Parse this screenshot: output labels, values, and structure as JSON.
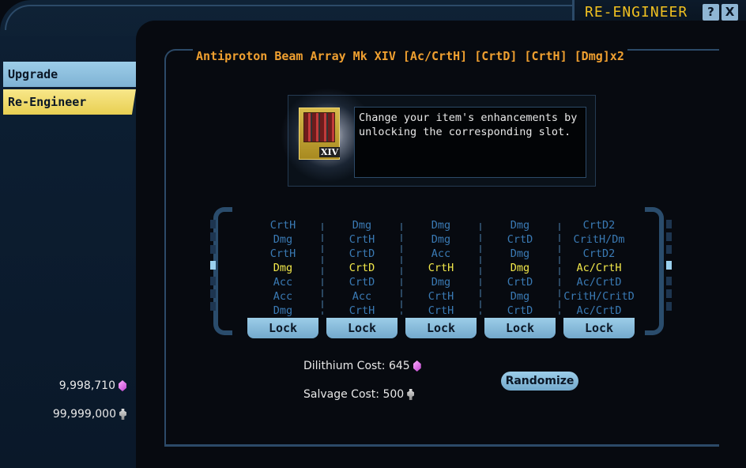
{
  "window": {
    "title": "RE-ENGINEER",
    "help_label": "?",
    "close_label": "X"
  },
  "sidebar": {
    "tabs": [
      {
        "label": "Upgrade",
        "active": false
      },
      {
        "label": "Re-Engineer",
        "active": true
      }
    ],
    "dilithium_total": "9,998,710",
    "salvage_total": "99,999,000"
  },
  "item": {
    "name": "Antiproton Beam Array Mk XIV [Ac/CrtH] [CrtD] [CrtH] [Dmg]x2",
    "mark_badge": "XIV",
    "description": "Change your item's enhancements by unlocking the corresponding slot."
  },
  "slots": [
    {
      "options": [
        "CrtH",
        "Dmg",
        "CrtH",
        "Dmg",
        "Acc",
        "Acc",
        "Dmg"
      ],
      "current_index": 3,
      "lock_label": "Lock"
    },
    {
      "options": [
        "Dmg",
        "CrtH",
        "CrtD",
        "CrtD",
        "CrtD",
        "Acc",
        "CrtH"
      ],
      "current_index": 3,
      "lock_label": "Lock"
    },
    {
      "options": [
        "Dmg",
        "Dmg",
        "Acc",
        "CrtH",
        "Dmg",
        "CrtH",
        "CrtH"
      ],
      "current_index": 3,
      "lock_label": "Lock"
    },
    {
      "options": [
        "Dmg",
        "CrtD",
        "Dmg",
        "Dmg",
        "CrtD",
        "Dmg",
        "CrtD"
      ],
      "current_index": 3,
      "lock_label": "Lock"
    },
    {
      "options": [
        "CrtD2",
        "CritH/Dm",
        "CrtD2",
        "Ac/CrtH",
        "Ac/CrtD",
        "CritH/CritD",
        "Ac/CrtD"
      ],
      "current_index": 3,
      "lock_label": "Lock"
    }
  ],
  "costs": {
    "dilithium_label": "Dilithium Cost: 645",
    "salvage_label": "Salvage Cost: 500"
  },
  "randomize_label": "Randomize",
  "icons": {
    "dilithium": "dilithium-gem-icon",
    "salvage": "salvage-icon",
    "item": "beam-array-icon"
  },
  "colors": {
    "accent_gold": "#f0c020",
    "item_title_orange": "#f0a030",
    "current_slot_yellow": "#f2e84a",
    "option_blue": "#3a7ab4",
    "button_blue": "#9ccde8"
  }
}
